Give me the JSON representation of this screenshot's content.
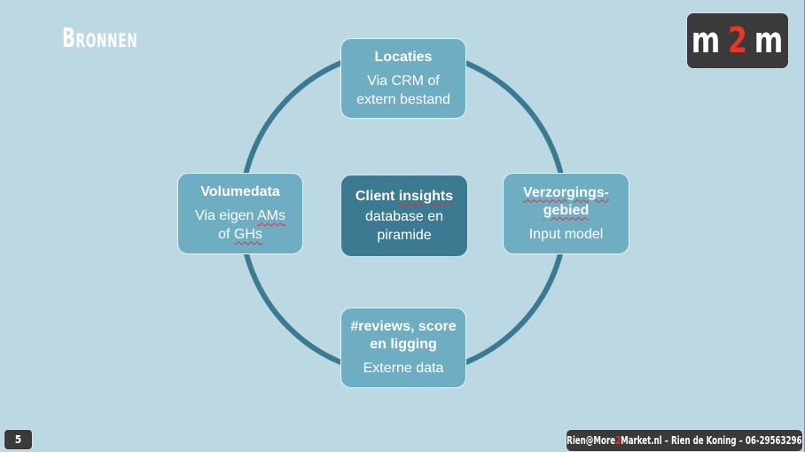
{
  "slide": {
    "title": "Bronnen",
    "page_number": "5"
  },
  "logo": {
    "left": "m",
    "middle": "2",
    "right": "m",
    "accent_color": "#e8362a"
  },
  "diagram": {
    "center": {
      "heading_plain": "Client ",
      "heading_flagged": "insights",
      "line1": "database en",
      "line2": "piramide"
    },
    "top": {
      "heading": "Locaties",
      "line1": "Via CRM of",
      "line2": "extern bestand"
    },
    "right": {
      "heading_line1": "Verzorgings-",
      "heading_line2": "gebied",
      "line1": "Input model"
    },
    "bottom": {
      "heading_line1": "#reviews, score",
      "heading_line2": "en ligging",
      "line1": "Externe data"
    },
    "left": {
      "heading": "Volumedata",
      "line1_plain": "Via eigen ",
      "line1_flagged": "AMs",
      "line2_plain": "of ",
      "line2_flagged": "GHs"
    },
    "colors": {
      "ring": "#3b7a90",
      "node": "#6fadc3",
      "center_node": "#3b7a90",
      "background": "#bcd9e3"
    }
  },
  "footer": {
    "part1": "Rien@More",
    "accent": "2",
    "part2": "Market.nl – Rien de Koning – 06-29563296"
  }
}
